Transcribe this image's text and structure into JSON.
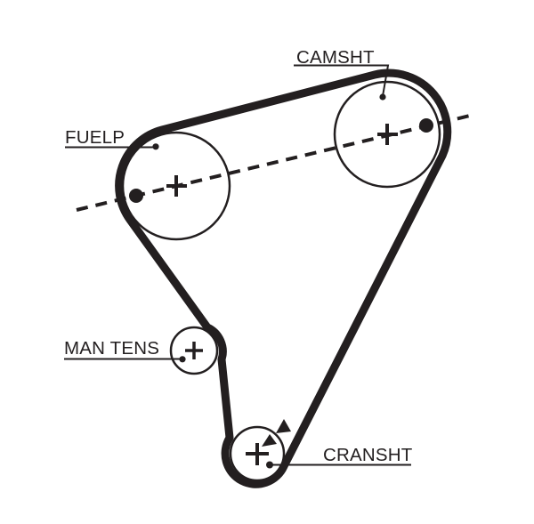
{
  "diagram": {
    "kind": "timing-belt-routing-diagram",
    "background_color": "#ffffff",
    "ink_color": "#231f20",
    "pulleys": [
      {
        "name": "fuel-pump",
        "label": "FUELP"
      },
      {
        "name": "camshaft",
        "label": "CAMSHT"
      },
      {
        "name": "manual-tensioner",
        "label": "MAN TENS"
      },
      {
        "name": "crankshaft",
        "label": "CRANSHT"
      }
    ],
    "markers": {
      "alignment_line_style": "dashed",
      "timing_dot_pulleys": [
        "fuel-pump",
        "camshaft"
      ],
      "center_cross_pulleys": [
        "fuel-pump",
        "camshaft",
        "manual-tensioner",
        "crankshaft"
      ],
      "rotation_arrows": {
        "pulley": "crankshaft",
        "count": 2,
        "icon": "filled-triangle-arrow"
      }
    }
  }
}
